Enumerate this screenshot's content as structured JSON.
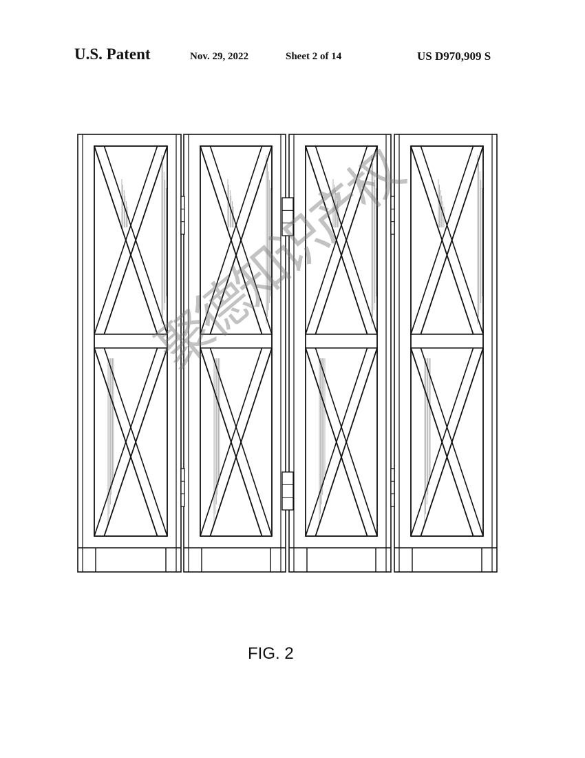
{
  "header": {
    "title": "U.S. Patent",
    "date": "Nov. 29, 2022",
    "sheet": "Sheet 2 of 14",
    "patent_number": "US D970,909 S"
  },
  "figure": {
    "caption": "FIG. 2",
    "subject": "four-panel folding screen with X-braced frames",
    "panel_count": 4
  },
  "watermark": {
    "text": "聚德知识产权"
  },
  "colors": {
    "ink": "#111111",
    "background": "#ffffff",
    "watermark": "#8a8a8a"
  }
}
